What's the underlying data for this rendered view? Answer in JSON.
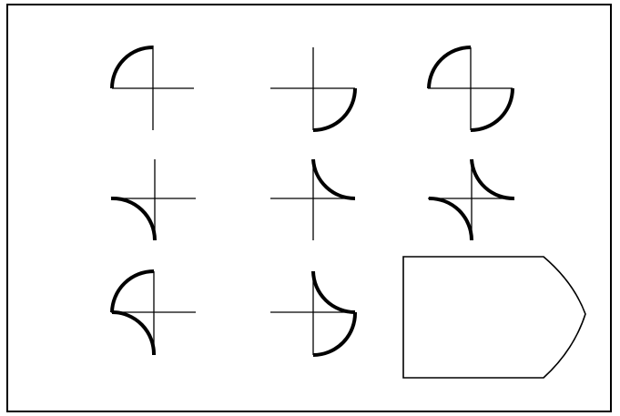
{
  "figure": {
    "frame": "outer-border",
    "stroke_color": "#000000",
    "background_color": "#ffffff",
    "panels": [
      {
        "name": "panel-1"
      },
      {
        "name": "panel-2"
      },
      {
        "name": "panel-3"
      },
      {
        "name": "panel-4"
      },
      {
        "name": "panel-5"
      },
      {
        "name": "panel-6"
      },
      {
        "name": "panel-7"
      },
      {
        "name": "panel-8"
      },
      {
        "name": "panel-9"
      }
    ]
  }
}
